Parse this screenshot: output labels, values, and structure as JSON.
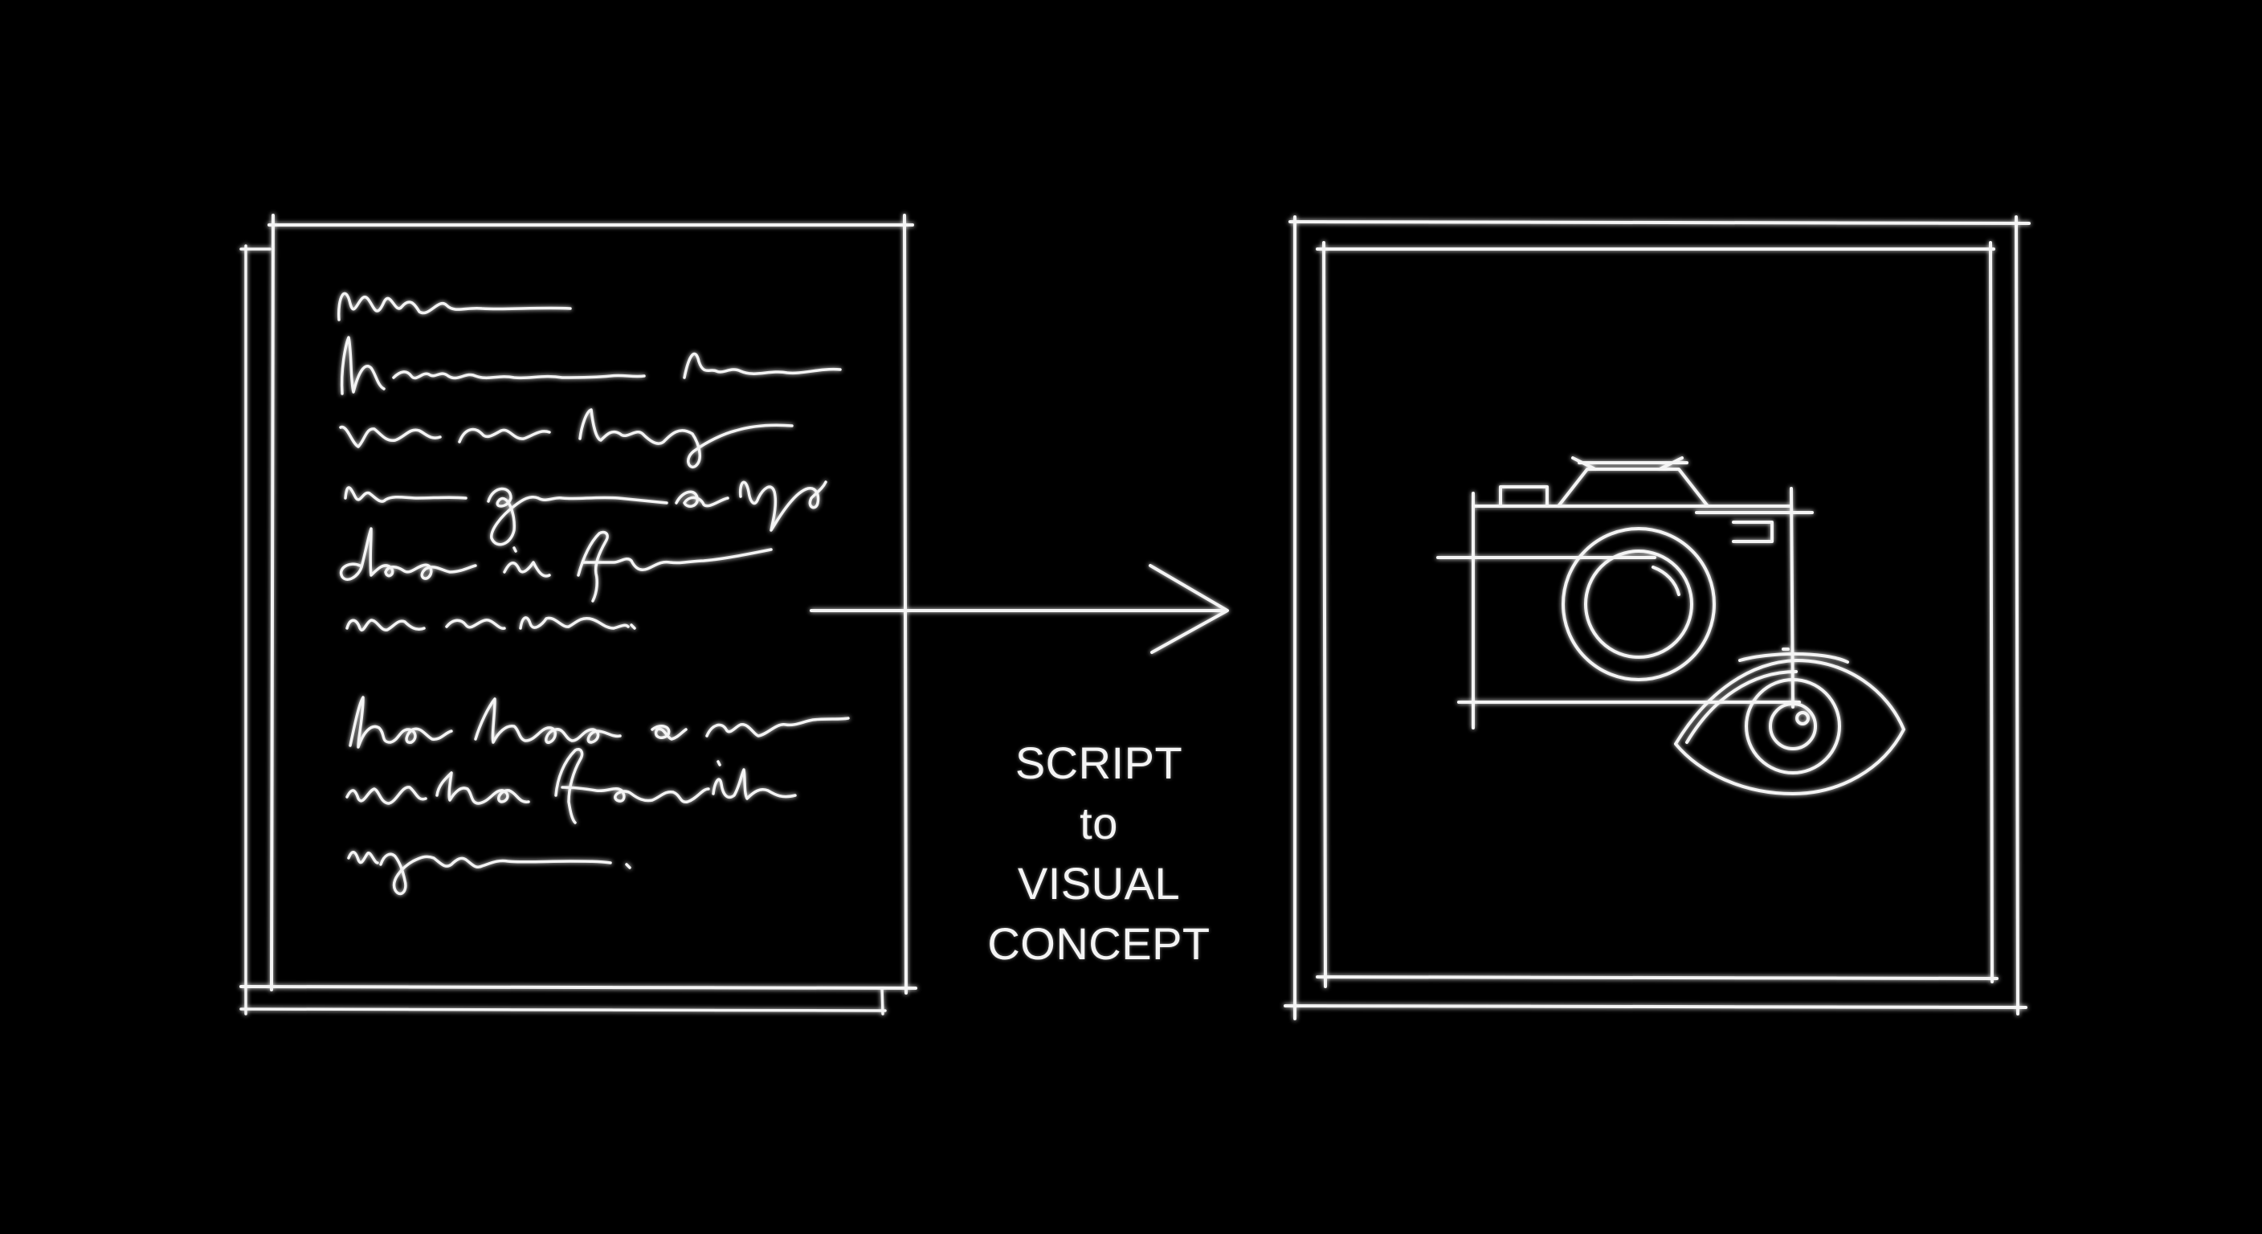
{
  "caption": {
    "line1": "SCRIPT",
    "line2": "to",
    "line3": "VISUAL",
    "line4": "CONCEPT"
  },
  "colors": {
    "background": "#000000",
    "stroke": "#f4f4f4"
  },
  "icons": [
    "handwritten-script-page",
    "arrow-right-icon",
    "camera-icon",
    "eye-icon"
  ]
}
